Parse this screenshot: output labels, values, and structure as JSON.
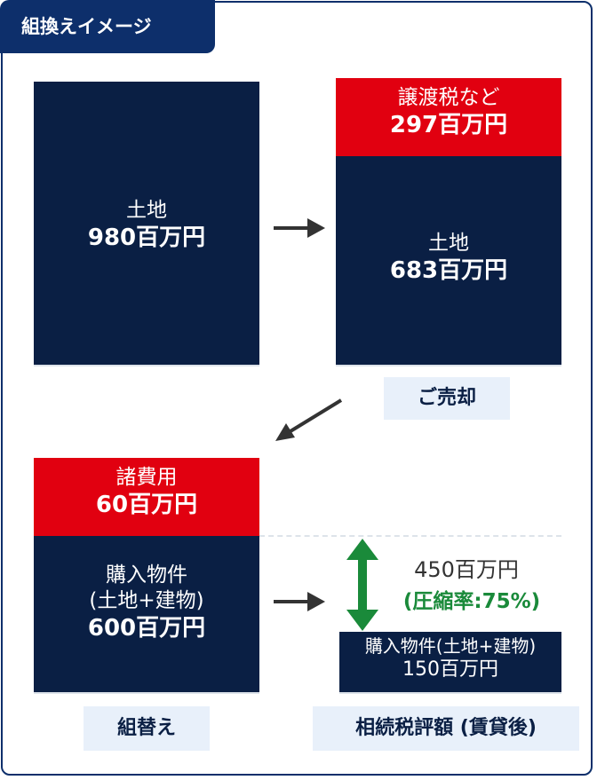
{
  "header": {
    "title": "組換えイメージ"
  },
  "before": {
    "land_label": "土地",
    "land_value": "980百万円"
  },
  "after_sale": {
    "tax_label": "譲渡税など",
    "tax_value": "297百万円",
    "land_label": "土地",
    "land_value": "683百万円",
    "caption": "ご売却"
  },
  "rebuy": {
    "cost_label": "諸費用",
    "cost_value": "60百万円",
    "property_label_1": "購入物件",
    "property_label_2": "(土地+建物)",
    "property_value": "600百万円",
    "caption": "組替え"
  },
  "inheritance": {
    "reduction_value": "450百万円",
    "reduction_rate": "(圧縮率:75%)",
    "property_label": "購入物件(土地+建物)",
    "property_value": "150百万円",
    "caption": "相続税評額 (賃貸後)"
  },
  "colors": {
    "navy": "#0a1f44",
    "red": "#e10010",
    "green": "#1a8a3a",
    "frame": "#0d2f6b"
  }
}
